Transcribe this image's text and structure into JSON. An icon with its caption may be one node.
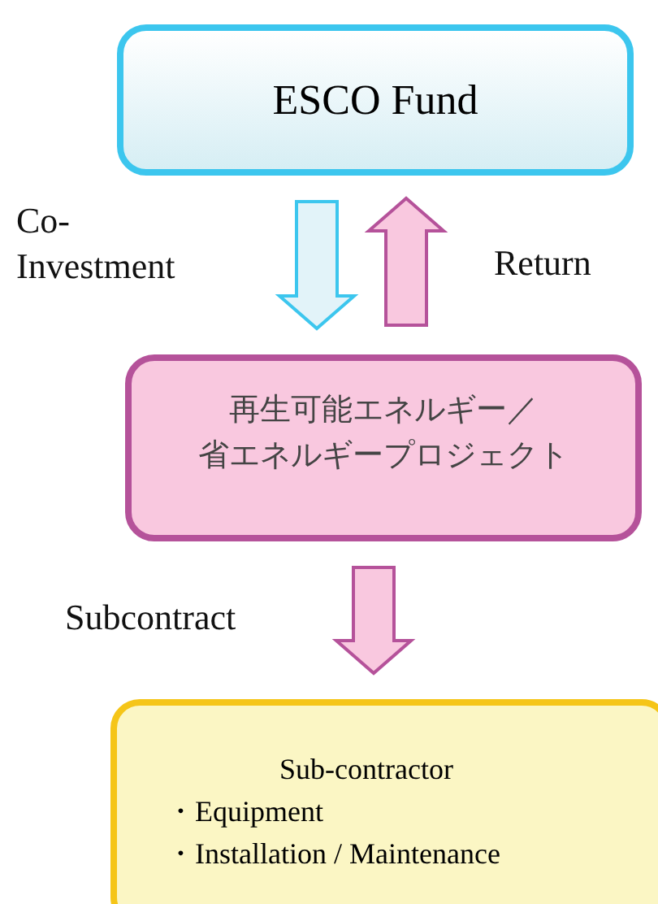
{
  "diagram": {
    "nodes": [
      {
        "text": [
          "ESCO Fund"
        ]
      },
      {
        "text": [
          "再生可能エネルギー／省エネルギープロジェクト"
        ]
      },
      {
        "text": [
          "Sub-contractor",
          "・Equipment",
          "・Installation / Maintenance"
        ]
      }
    ],
    "edges": [
      {
        "from": 0,
        "to": 1,
        "arrow": "to",
        "label": "Co-Investment",
        "color": "#3cc6ee"
      },
      {
        "from": 1,
        "to": 0,
        "arrow": "to",
        "label": "Return"
      },
      {
        "from": 1,
        "to": 2,
        "arrow": "to",
        "label": "Subcontract"
      }
    ]
  }
}
